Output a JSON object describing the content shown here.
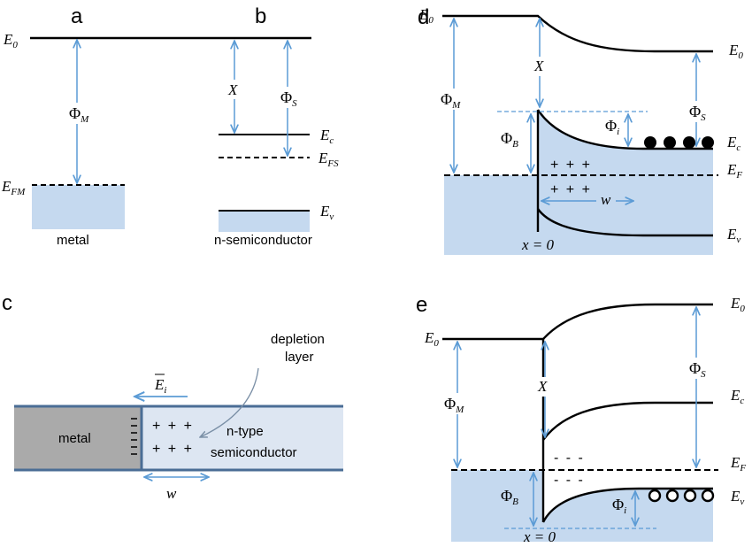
{
  "colors": {
    "fill": "#c5d9ef",
    "arrow": "#5b9bd5",
    "line": "#000000",
    "panel_c_metal": "#aaaaaa",
    "panel_c_semi": "#dde6f2",
    "panel_c_border": "#4a6d95"
  },
  "panels": {
    "a": {
      "letter": "a",
      "label": "metal"
    },
    "b": {
      "letter": "b",
      "label": "n-semiconductor"
    },
    "c": {
      "letter": "c",
      "metal": "metal",
      "semi_line1": "n-type",
      "semi_line2": "semiconductor",
      "depletion_line1": "depletion",
      "depletion_line2": "layer",
      "field": "E",
      "field_sub": "i",
      "width": "w",
      "plus": "+ + +",
      "minus": "- - - - - -"
    },
    "d": {
      "letter": "d",
      "x0": "x = 0",
      "width": "w",
      "plus": "+ + +"
    },
    "e": {
      "letter": "e",
      "x0": "x = 0",
      "minus": "- - -"
    }
  },
  "symbols": {
    "E": "E",
    "sub_0": "0",
    "sub_c": "c",
    "sub_v": "v",
    "sub_F": "F",
    "sub_FS": "FS",
    "sub_FM": "FM",
    "Phi": "Φ",
    "sub_M": "M",
    "sub_S": "S",
    "sub_B": "B",
    "sub_i": "i",
    "X": "X"
  }
}
